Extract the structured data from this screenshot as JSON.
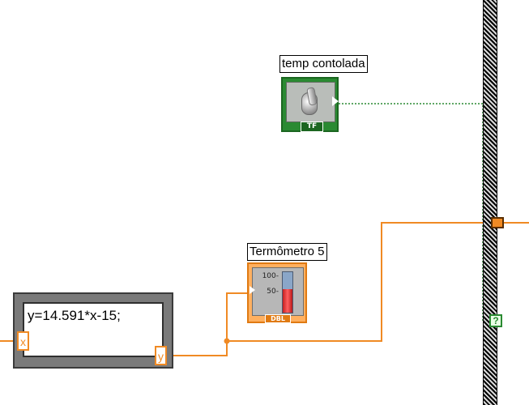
{
  "labels": {
    "boolean": "temp contolada",
    "thermometer": "Termômetro 5"
  },
  "boolean_terminal": {
    "type_badge": "TF",
    "icon": "toggle-switch-icon"
  },
  "thermometer_terminal": {
    "scale_top": "100-",
    "scale_mid": "50-",
    "type_badge": "DBL",
    "icon": "thermometer-icon"
  },
  "formula_node": {
    "expression": "y=14.591*x-15;",
    "input_var": "x",
    "output_var": "y"
  },
  "tunnels": {
    "bool_unwired_mark": "?"
  },
  "colors": {
    "numeric_wire": "#f08a24",
    "boolean_wire": "#2a8a32",
    "boolean_terminal": "#2a8a32",
    "numeric_terminal": "#e07a12"
  }
}
